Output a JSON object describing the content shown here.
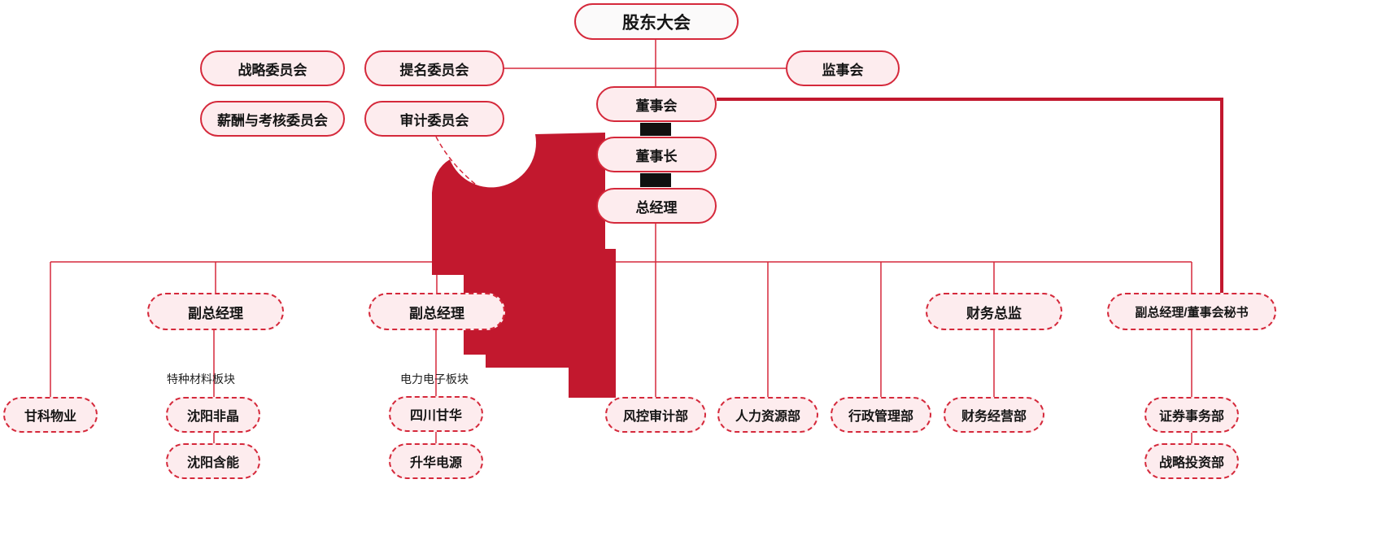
{
  "colors": {
    "line_red": "#d5293b",
    "deep_red": "#c2182e",
    "box_fill_pink": "#fdecee",
    "title_fill": "#fbfafa",
    "connector_black": "#101010"
  },
  "org_chart": {
    "shareholders_meeting": "股东大会",
    "committees": {
      "strategy": "战略委员会",
      "nomination": "提名委员会",
      "compensation_assessment": "薪酬与考核委员会",
      "audit": "审计委员会"
    },
    "supervisory_board": "监事会",
    "board_of_directors": "董事会",
    "chairman": "董事长",
    "general_manager": "总经理",
    "middle": {
      "deputy_gm_materials": "副总经理",
      "deputy_gm_power": "副总经理",
      "finance_director": "财务总监",
      "deputy_gm_board_secretary": "副总经理/董事会秘书"
    },
    "segments": {
      "special_materials": "特种材料板块",
      "power_electronics": "电力电子板块"
    },
    "departments": {
      "ganke_property": "甘科物业",
      "shenyang_feijing": "沈阳非晶",
      "shenyang_hanneng": "沈阳含能",
      "sichuan_ganhua": "四川甘华",
      "shenghua_power": "升华电源",
      "risk_control_audit": "风控审计部",
      "human_resources": "人力资源部",
      "administration": "行政管理部",
      "finance_operations": "财务经营部",
      "securities_affairs": "证券事务部",
      "strategic_investment": "战略投资部"
    }
  }
}
